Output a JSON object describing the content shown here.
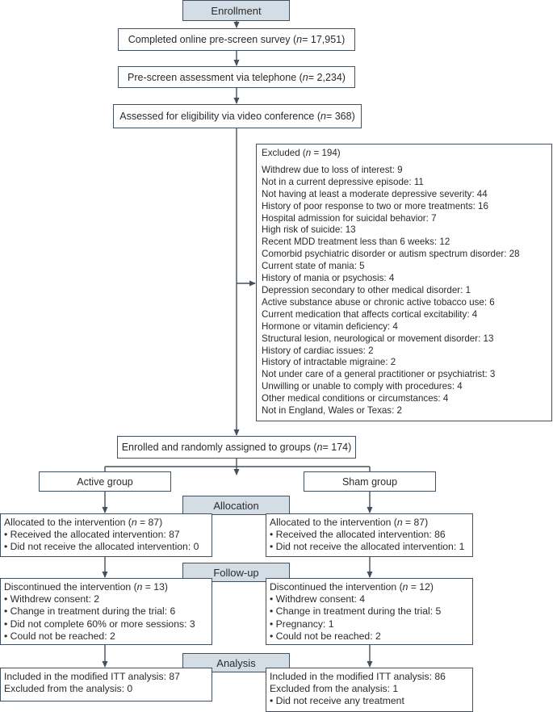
{
  "enrollment_label": "Enrollment",
  "prescreen_survey": {
    "pre": "Completed online pre-screen survey (",
    "n": "n",
    "post": " = 17,951)"
  },
  "prescreen_phone": {
    "pre": "Pre-screen assessment via telephone (",
    "n": "n",
    "post": " = 2,234)"
  },
  "eligibility": {
    "pre": "Assessed for eligibility via video conference (",
    "n": "n",
    "post": " = 368)"
  },
  "excluded": {
    "header": {
      "pre": "Excluded (",
      "n": "n",
      "post": " = 194)"
    },
    "items": [
      "Withdrew due to loss of interest: 9",
      "Not in a current depressive episode: 11",
      "Not having at least a moderate depressive severity: 44",
      "History of poor response to two or more treatments: 16",
      "Hospital admission for suicidal behavior: 7",
      "High risk of suicide: 13",
      "Recent MDD treatment less than 6 weeks: 12",
      "Comorbid psychiatric disorder or autism spectrum disorder: 28",
      "Current state of mania: 5",
      "History of mania or psychosis: 4",
      "Depression secondary to other medical disorder: 1",
      "Active substance abuse or chronic active tobacco use: 6",
      "Current medication that affects cortical excitability: 4",
      "Hormone or vitamin deficiency: 4",
      "Structural lesion, neurological or movement disorder: 13",
      "History of cardiac issues: 2",
      "History of intractable migraine: 2",
      "Not under care of a general practitioner or psychiatrist: 3",
      "Unwilling or unable to comply with procedures: 4",
      "Other medical conditions or circumstances: 4",
      "Not in England, Wales or Texas: 2"
    ]
  },
  "enrolled": {
    "pre": "Enrolled and randomly assigned to groups (",
    "n": "n",
    "post": " = 174)"
  },
  "active_group": "Active group",
  "sham_group": "Sham group",
  "allocation_label": "Allocation",
  "followup_label": "Follow-up",
  "analysis_label": "Analysis",
  "active_alloc": {
    "header": {
      "pre": "Allocated to the intervention (",
      "n": "n",
      "post": " = 87)"
    },
    "items": [
      "• Received the allocated intervention: 87",
      "• Did not receive the allocated intervention: 0"
    ]
  },
  "sham_alloc": {
    "header": {
      "pre": "Allocated to the intervention (",
      "n": "n",
      "post": " = 87)"
    },
    "items": [
      "• Received the allocated intervention: 86",
      "• Did not receive the allocated intervention: 1"
    ]
  },
  "active_follow": {
    "header": {
      "pre": "Discontinued the intervention (",
      "n": "n",
      "post": " = 13)"
    },
    "items": [
      "• Withdrew consent: 2",
      "• Change in treatment during the trial: 6",
      "• Did not complete 60% or more sessions: 3",
      "• Could not be reached: 2"
    ]
  },
  "sham_follow": {
    "header": {
      "pre": "Discontinued the intervention (",
      "n": "n",
      "post": " = 12)"
    },
    "items": [
      "• Withdrew consent: 4",
      "• Change in treatment during the trial: 5",
      "• Pregnancy: 1",
      "• Could not be reached: 2"
    ]
  },
  "active_analysis": {
    "items": [
      "Included in the modified ITT analysis: 87",
      "Excluded from the analysis: 0"
    ]
  },
  "sham_analysis": {
    "items": [
      "Included in the modified ITT analysis: 86",
      "Excluded from the analysis: 1",
      "• Did not receive any treatment"
    ]
  }
}
